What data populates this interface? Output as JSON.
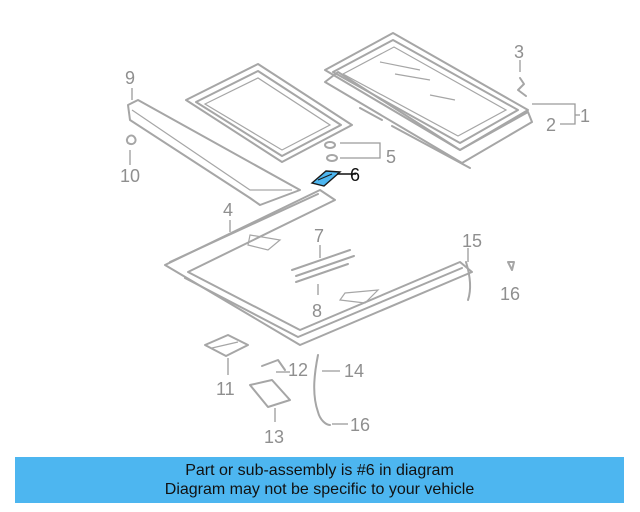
{
  "callouts": {
    "c1": "1",
    "c2": "2",
    "c3": "3",
    "c4": "4",
    "c5": "5",
    "c6": "6",
    "c7": "7",
    "c8": "8",
    "c9": "9",
    "c10": "10",
    "c11": "11",
    "c12": "12",
    "c13": "13",
    "c14": "14",
    "c15": "15",
    "c16a": "16",
    "c16b": "16"
  },
  "highlight": {
    "part_number": "6",
    "color": "#4db6f0"
  },
  "banner": {
    "line1": "Part or sub-assembly is #6 in diagram",
    "line2": "Diagram may not be specific to your vehicle",
    "background": "#4db6f0"
  }
}
